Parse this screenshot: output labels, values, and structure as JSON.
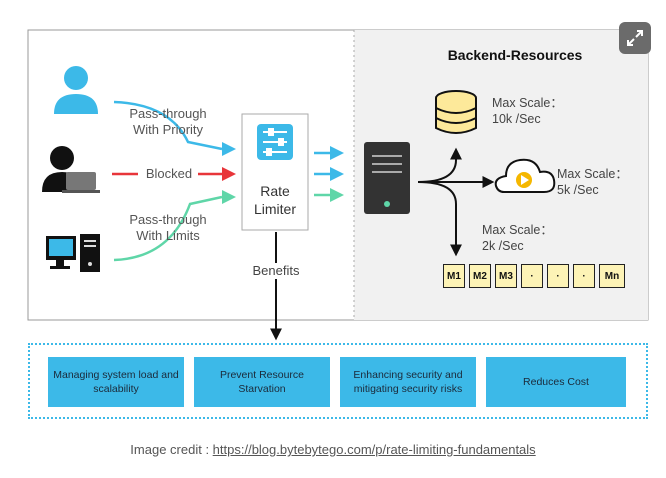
{
  "diagram": {
    "backend_title": "Backend-Resources",
    "pass_priority": [
      "Pass-through",
      "With Priority"
    ],
    "blocked": "Blocked",
    "pass_limits": [
      "Pass-through",
      "With Limits"
    ],
    "limiter": [
      "Rate",
      "Limiter"
    ],
    "benefits_label": "Benefits",
    "scale_db": [
      "Max Scale：",
      "10k /Sec"
    ],
    "scale_cloud": [
      "Max Scale：",
      "5k /Sec"
    ],
    "scale_queue": [
      "Max Scale：",
      "2k /Sec"
    ],
    "queue_cells": [
      "M1",
      "M2",
      "M3",
      "·",
      "·",
      "·",
      "Mn"
    ],
    "benefits": [
      "Managing system load and scalability",
      "Prevent Resource Starvation",
      "Enhancing security and mitigating security risks",
      "Reduces Cost"
    ]
  },
  "credit": {
    "prefix": "Image credit : ",
    "link": "https://blog.bytebytego.com/p/rate-limiting-fundamentals"
  },
  "colors": {
    "blue": "#3cb9e8",
    "red": "#e8353a",
    "green": "#5fd6a8",
    "queue_fill": "#fdf3b6"
  }
}
